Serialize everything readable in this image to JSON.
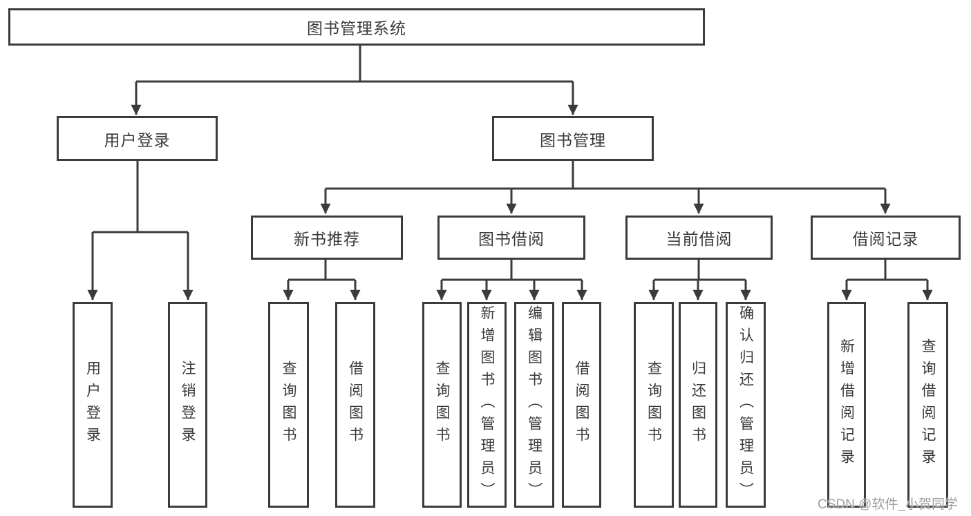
{
  "diagram": {
    "root": {
      "label": "图书管理系统"
    },
    "level2": [
      {
        "label": "用户登录"
      },
      {
        "label": "图书管理"
      }
    ],
    "level3": [
      {
        "label": "新书推荐"
      },
      {
        "label": "图书借阅"
      },
      {
        "label": "当前借阅"
      },
      {
        "label": "借阅记录"
      }
    ],
    "leaves": [
      {
        "label": "用户登录"
      },
      {
        "label": "注销登录"
      },
      {
        "label": "查询图书"
      },
      {
        "label": "借阅图书"
      },
      {
        "label": "查询图书"
      },
      {
        "label": "新增图书（管理员）"
      },
      {
        "label": "编辑图书（管理员）"
      },
      {
        "label": "借阅图书"
      },
      {
        "label": "查询图书"
      },
      {
        "label": "归还图书"
      },
      {
        "label": "确认归还（管理员）"
      },
      {
        "label": "新增借阅记录"
      },
      {
        "label": "查询借阅记录"
      }
    ],
    "watermark": "CSDN @软件_小贺同学",
    "colors": {
      "line": "#3b3b3b",
      "text": "#3a3a3a",
      "watermark": "#9e9e9e",
      "background": "#ffffff"
    }
  }
}
